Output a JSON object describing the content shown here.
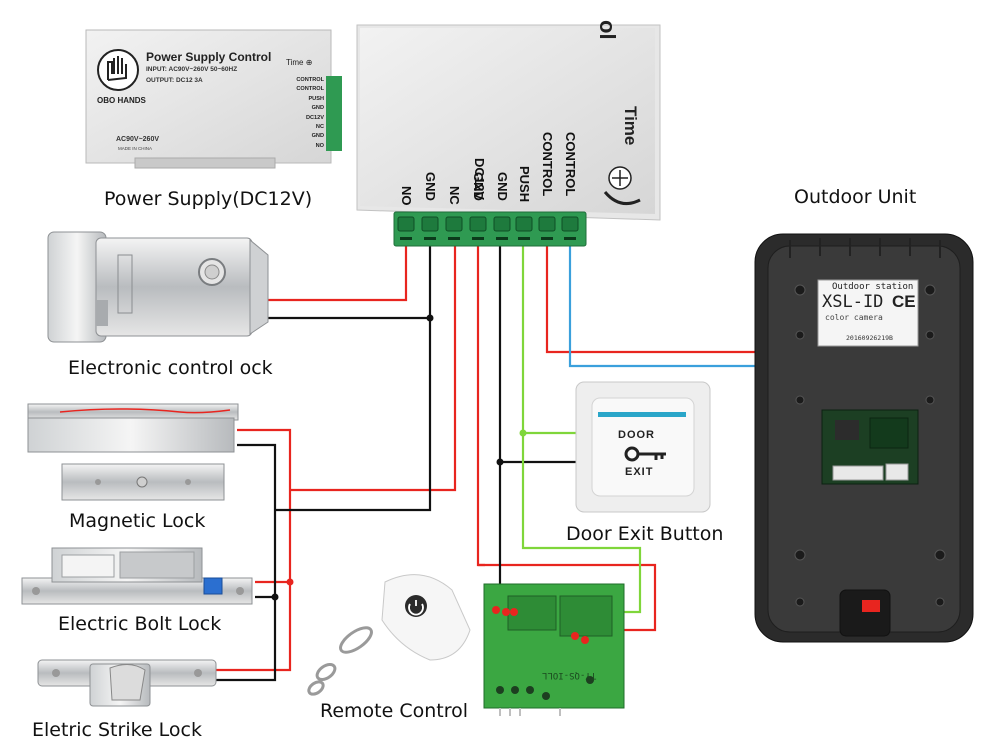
{
  "captions": {
    "power_supply": "Power Supply(DC12V)",
    "outdoor_unit": "Outdoor Unit",
    "electronic_lock": "Electronic control ock",
    "magnetic_lock": "Magnetic Lock",
    "door_exit_button": "Door Exit Button",
    "electric_bolt_lock": "Electric Bolt Lock",
    "remote_control": "Remote Control",
    "strike_lock": "Eletric Strike Lock"
  },
  "small_psu": {
    "brand": "OBO HANDS",
    "title": "Power Supply Control",
    "input": "INPUT: AC90V~260V 50~60HZ",
    "output": "OUTPUT: DC12 3A",
    "ac_label": "AC90V~260V",
    "made_in": "MADE IN CHINA",
    "time_label": "Time",
    "terminals": [
      "CONTROL",
      "CONTROL",
      "PUSH",
      "GND",
      "DC12V",
      "NC",
      "GND",
      "NO"
    ]
  },
  "big_psu": {
    "title_fragment": "ol",
    "time_label": "Time",
    "terminals": [
      "NO",
      "GND",
      "NC",
      "GND",
      "DC12V",
      "GND",
      "PUSH",
      "CONTROL",
      "CONTROL"
    ]
  },
  "outdoor": {
    "station_label": "Outdoor station",
    "model": "XSL-ID",
    "ce": "CE",
    "sub": "color camera",
    "serial": "20160926219B"
  },
  "exit_button": {
    "door": "DOOR",
    "exit": "EXIT"
  },
  "relay_board": {
    "text": "TY-QS-IOLL"
  },
  "colors": {
    "red": "#e8251f",
    "black": "#111111",
    "green": "#7fd63a",
    "blue": "#3aa0dc",
    "terminal_green": "#2f9a52"
  }
}
